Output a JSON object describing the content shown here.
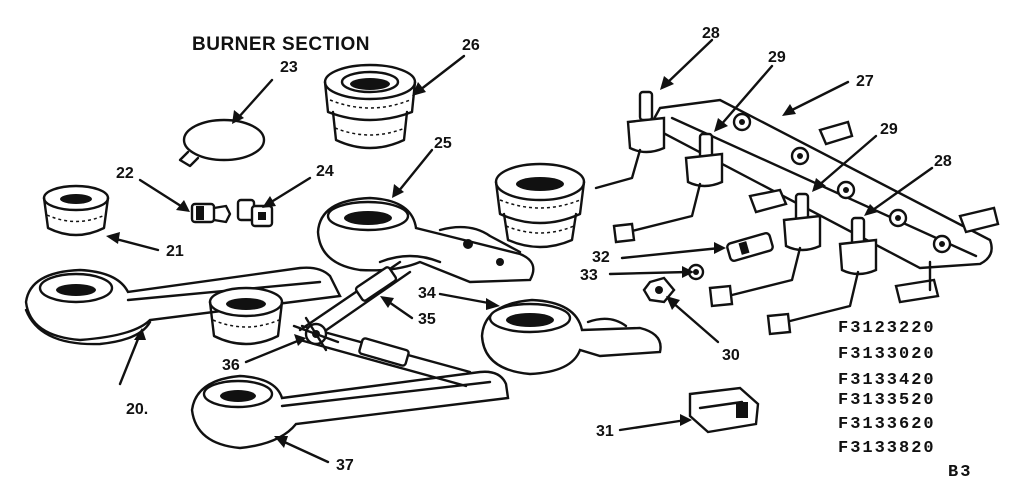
{
  "title": "BURNER SECTION",
  "parts": [
    {
      "num": "20",
      "label": "20."
    },
    {
      "num": "21",
      "label": "21"
    },
    {
      "num": "22",
      "label": "22"
    },
    {
      "num": "23",
      "label": "23"
    },
    {
      "num": "24",
      "label": "24"
    },
    {
      "num": "25",
      "label": "25"
    },
    {
      "num": "26",
      "label": "26"
    },
    {
      "num": "27",
      "label": "27"
    },
    {
      "num": "28a",
      "label": "28"
    },
    {
      "num": "28b",
      "label": "28"
    },
    {
      "num": "29a",
      "label": "29"
    },
    {
      "num": "29b",
      "label": "29"
    },
    {
      "num": "30",
      "label": "30"
    },
    {
      "num": "31",
      "label": "31"
    },
    {
      "num": "32",
      "label": "32"
    },
    {
      "num": "33",
      "label": "33"
    },
    {
      "num": "34",
      "label": "34"
    },
    {
      "num": "35",
      "label": "35"
    },
    {
      "num": "36",
      "label": "36"
    },
    {
      "num": "37",
      "label": "37"
    }
  ],
  "models": [
    "F3123220",
    "F3133020",
    "F3133420",
    "F3133520",
    "F3133620",
    "F3133820"
  ],
  "page_code": "B3"
}
